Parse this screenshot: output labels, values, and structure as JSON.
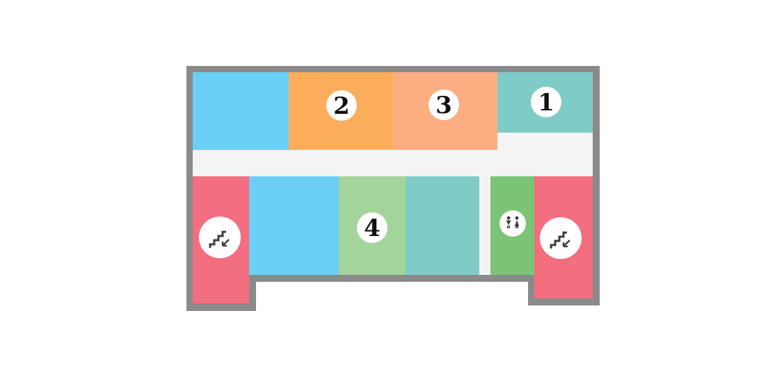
{
  "colors": {
    "background": "#ffffff",
    "wall": "#8a8a8a",
    "corridor": "#f4f4f4",
    "badge": "#ffffff",
    "badge_text": "#111111",
    "icon_fill": "#3c3c3c"
  },
  "rooms": [
    {
      "id": "room-blue-top",
      "label": "",
      "color": "#6bcff6"
    },
    {
      "id": "room-2",
      "label": "2",
      "color": "#fbad5b"
    },
    {
      "id": "room-3",
      "label": "3",
      "color": "#fbae82"
    },
    {
      "id": "room-1",
      "label": "1",
      "color": "#7ecbc8"
    },
    {
      "id": "stairs-left",
      "label": "",
      "color": "#f36e7f",
      "icon": "stairs-down-icon"
    },
    {
      "id": "room-blue-bottom",
      "label": "",
      "color": "#6bcff6"
    },
    {
      "id": "room-4",
      "label": "4",
      "color": "#a3d49b"
    },
    {
      "id": "room-teal-bottom",
      "label": "",
      "color": "#7ecbc8"
    },
    {
      "id": "restroom",
      "label": "",
      "color": "#7cc475",
      "icon": "restroom-icon"
    },
    {
      "id": "stairs-right",
      "label": "",
      "color": "#f36e7f",
      "icon": "stairs-down-icon"
    }
  ]
}
